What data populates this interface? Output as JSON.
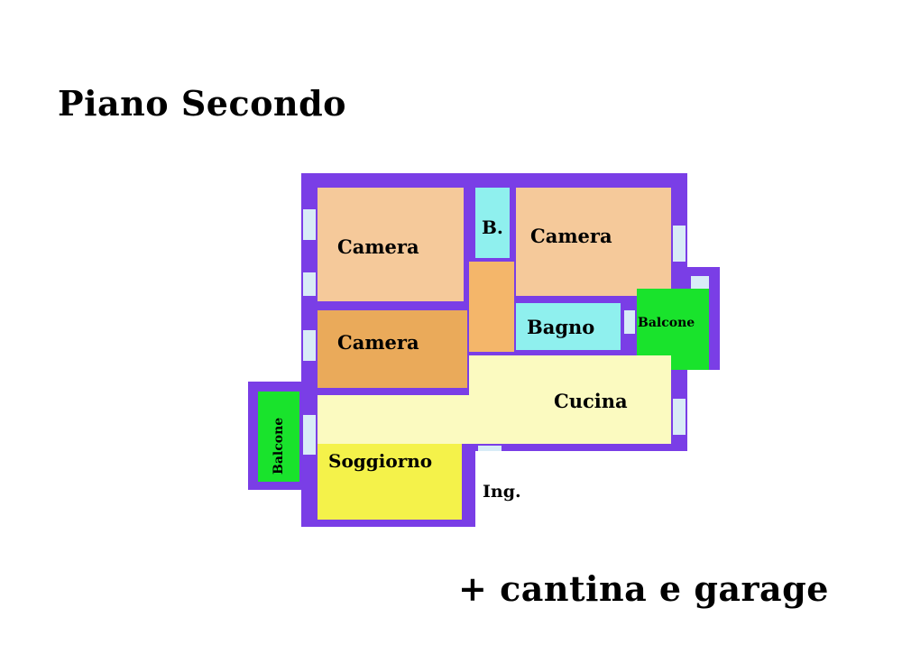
{
  "title": "Piano Secondo",
  "footer": "+ cantina e garage",
  "colors": {
    "wall": "#7a3ee6",
    "camera_light": "#f5c99a",
    "camera_dark": "#eaaa5a",
    "corridor": "#f4b66a",
    "bath": "#8ff0ee",
    "balcony": "#19e32c",
    "cucina": "#fbfac0",
    "soggiorno": "#f4f24a",
    "window": "#d8ecf7"
  },
  "rooms": {
    "camera_1": "Camera",
    "bagno_small": "B.",
    "camera_2": "Camera",
    "camera_3": "Camera",
    "bagno": "Bagno",
    "balcone_right": "Balcone",
    "cucina": "Cucina",
    "balcone_left": "Balcone",
    "soggiorno": "Soggiorno",
    "ingresso": "Ing."
  }
}
